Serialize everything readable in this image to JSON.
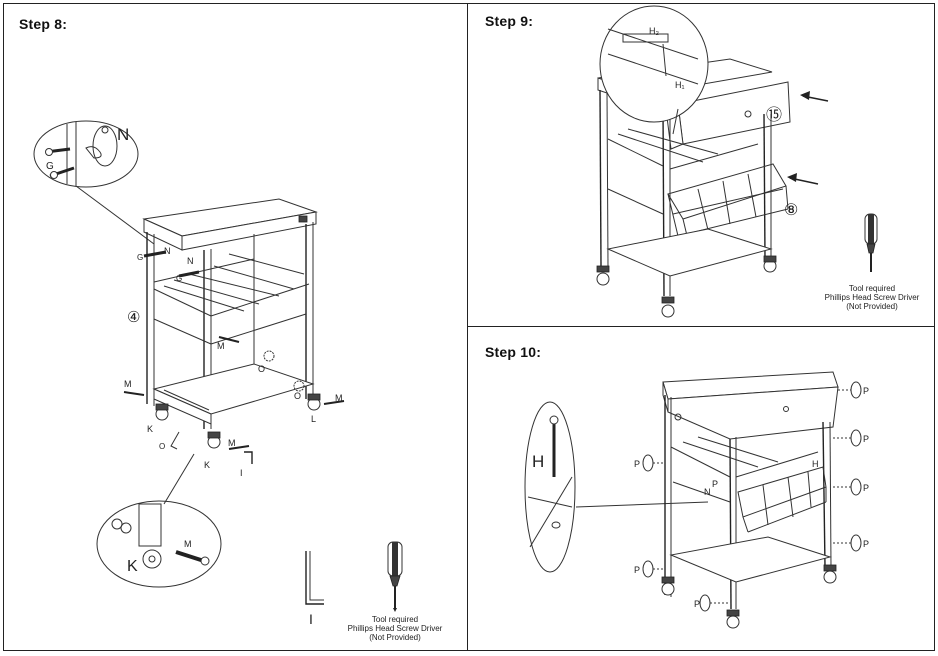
{
  "steps": [
    {
      "title": "Step 8:"
    },
    {
      "title": "Step 9:"
    },
    {
      "title": "Step 10:"
    }
  ],
  "step8": {
    "labels": {
      "N": "N",
      "G": "G",
      "K": "K",
      "M": "M",
      "L": "L",
      "I": "I",
      "O": "O",
      "four": "④"
    },
    "tool": {
      "line1": "Tool required",
      "line2": "Phillips Head Screw Driver",
      "line3": "(Not Provided)"
    },
    "icons": [
      "screwdriver-icon",
      "allen-key-icon"
    ]
  },
  "step9": {
    "labels": {
      "H2": "H₂",
      "H1": "H₁",
      "fifteen": "⑮",
      "eight": "⑧"
    },
    "tool": {
      "line1": "Tool required",
      "line2": "Phillips Head Screw Driver",
      "line3": "(Not Provided)"
    },
    "icons": [
      "screwdriver-icon",
      "arrow-icon"
    ]
  },
  "step10": {
    "labels": {
      "H": "H",
      "P": "P"
    }
  }
}
